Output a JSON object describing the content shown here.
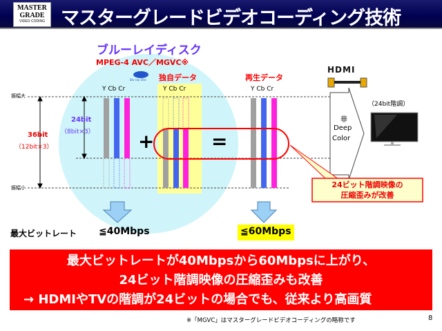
{
  "header": {
    "logo_text": "MASTER GRADE",
    "logo_sub": "VIDEO CODING",
    "title": "マスターグレードビデオコーディング技術"
  },
  "diagram": {
    "disc_title": "ブルーレイディスク",
    "codec": "MPEG-4 AVC／MGVC※",
    "bluray_logo": "Blu-ray Disc",
    "unique_data": "独自データ",
    "playback_data": "再生データ",
    "hdmi_logo": "HDMI",
    "channels": "Y Cb Cr",
    "amp_max": "振幅大",
    "amp_min": "振幅小",
    "bits36": "36bit",
    "bits36_sub": "（12bit×3）",
    "bits24": "24bit",
    "bits24_sub": "（8bit×3）",
    "plus": "+",
    "equals": "=",
    "non_deep_1": "非",
    "non_deep_2": "Deep",
    "non_deep_3": "Color",
    "tv_label": "（24bit階調）",
    "callout_1": "24ビット階調映像の",
    "callout_2": "圧縮歪みが改善",
    "max_bitrate_label": "最大ビットレート",
    "bitrate_bd": "≦40Mbps",
    "bitrate_new": "≦60Mbps",
    "colors": {
      "Y": "#a0a0a0",
      "Cb": "#4466ee",
      "Cr": "#ff22dd",
      "circle": "#cff5fa",
      "highlight": "#ffff99"
    }
  },
  "banner": {
    "line1": "最大ビットレートが40Mbpsから60Mbpsに上がり、",
    "line2": "24ビット階調映像の圧縮歪みも改善",
    "line3": "→  HDMIやTVの階調が24ビットの場合でも、従来より高画質"
  },
  "footer": {
    "note": "※「MGVC」はマスターグレードビデオコーディングの略称です",
    "page": "8"
  }
}
